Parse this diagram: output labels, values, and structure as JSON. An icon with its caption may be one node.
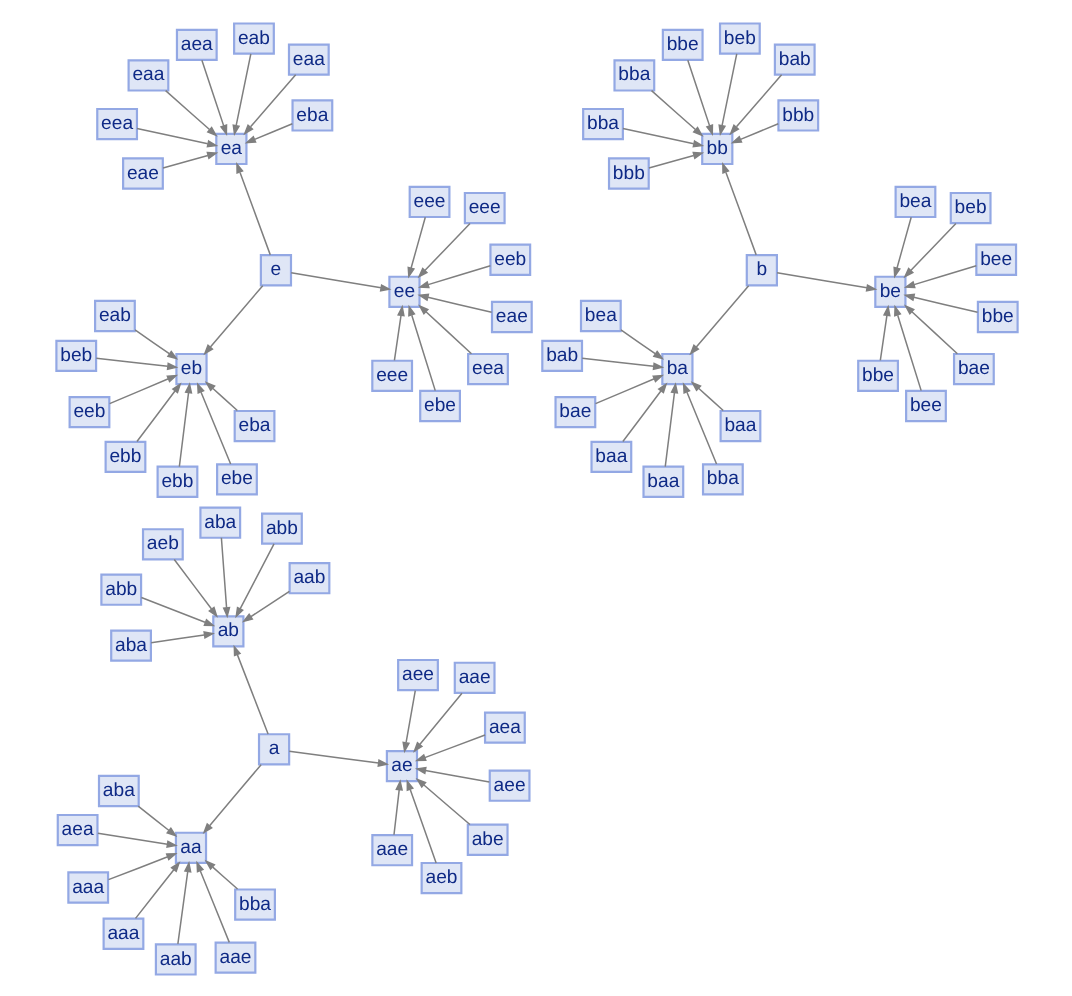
{
  "diagram": {
    "nodes": [
      {
        "text": [
          "e"
        ]
      },
      {
        "text": [
          "eb"
        ]
      },
      {
        "text": [
          "ebb"
        ]
      },
      {
        "text": [
          "eab"
        ]
      },
      {
        "text": [
          "eba"
        ]
      },
      {
        "text": [
          "beb"
        ]
      },
      {
        "text": [
          "eeb"
        ]
      },
      {
        "text": [
          "ebe"
        ]
      },
      {
        "text": [
          "ebb"
        ]
      },
      {
        "text": [
          "ee"
        ]
      },
      {
        "text": [
          "ebe"
        ]
      },
      {
        "text": [
          "eee"
        ]
      },
      {
        "text": [
          "eeb"
        ]
      },
      {
        "text": [
          "eee"
        ]
      },
      {
        "text": [
          "eee"
        ]
      },
      {
        "text": [
          "eea"
        ]
      },
      {
        "text": [
          "eae"
        ]
      },
      {
        "text": [
          "ea"
        ]
      },
      {
        "text": [
          "eea"
        ]
      },
      {
        "text": [
          "eaa"
        ]
      },
      {
        "text": [
          "eba"
        ]
      },
      {
        "text": [
          "eae"
        ]
      },
      {
        "text": [
          "eaa"
        ]
      },
      {
        "text": [
          "eab"
        ]
      },
      {
        "text": [
          "aea"
        ]
      },
      {
        "text": [
          "b"
        ]
      },
      {
        "text": [
          "ba"
        ]
      },
      {
        "text": [
          "baa"
        ]
      },
      {
        "text": [
          "bea"
        ]
      },
      {
        "text": [
          "baa"
        ]
      },
      {
        "text": [
          "bab"
        ]
      },
      {
        "text": [
          "bae"
        ]
      },
      {
        "text": [
          "bba"
        ]
      },
      {
        "text": [
          "baa"
        ]
      },
      {
        "text": [
          "be"
        ]
      },
      {
        "text": [
          "bee"
        ]
      },
      {
        "text": [
          "bbe"
        ]
      },
      {
        "text": [
          "bee"
        ]
      },
      {
        "text": [
          "beb"
        ]
      },
      {
        "text": [
          "bea"
        ]
      },
      {
        "text": [
          "bae"
        ]
      },
      {
        "text": [
          "bbe"
        ]
      },
      {
        "text": [
          "bb"
        ]
      },
      {
        "text": [
          "bba"
        ]
      },
      {
        "text": [
          "bba"
        ]
      },
      {
        "text": [
          "bbb"
        ]
      },
      {
        "text": [
          "bbb"
        ]
      },
      {
        "text": [
          "bab"
        ]
      },
      {
        "text": [
          "beb"
        ]
      },
      {
        "text": [
          "bbe"
        ]
      },
      {
        "text": [
          "a"
        ]
      },
      {
        "text": [
          "aa"
        ]
      },
      {
        "text": [
          "aab"
        ]
      },
      {
        "text": [
          "aba"
        ]
      },
      {
        "text": [
          "bba"
        ]
      },
      {
        "text": [
          "aea"
        ]
      },
      {
        "text": [
          "aaa"
        ]
      },
      {
        "text": [
          "aae"
        ]
      },
      {
        "text": [
          "aaa"
        ]
      },
      {
        "text": [
          "ae"
        ]
      },
      {
        "text": [
          "aeb"
        ]
      },
      {
        "text": [
          "aae"
        ]
      },
      {
        "text": [
          "aea"
        ]
      },
      {
        "text": [
          "aae"
        ]
      },
      {
        "text": [
          "aee"
        ]
      },
      {
        "text": [
          "abe"
        ]
      },
      {
        "text": [
          "aee"
        ]
      },
      {
        "text": [
          "ab"
        ]
      },
      {
        "text": [
          "abb"
        ]
      },
      {
        "text": [
          "aeb"
        ]
      },
      {
        "text": [
          "aab"
        ]
      },
      {
        "text": [
          "aba"
        ]
      },
      {
        "text": [
          "aba"
        ]
      },
      {
        "text": [
          "abb"
        ]
      }
    ],
    "edges": [
      {
        "from": 0,
        "to": 1,
        "arrow": "to"
      },
      {
        "from": 0,
        "to": 9,
        "arrow": "to"
      },
      {
        "from": 0,
        "to": 17,
        "arrow": "to"
      },
      {
        "from": 2,
        "to": 1,
        "arrow": "to"
      },
      {
        "from": 3,
        "to": 1,
        "arrow": "to"
      },
      {
        "from": 4,
        "to": 1,
        "arrow": "to"
      },
      {
        "from": 5,
        "to": 1,
        "arrow": "to"
      },
      {
        "from": 6,
        "to": 1,
        "arrow": "to"
      },
      {
        "from": 7,
        "to": 1,
        "arrow": "to"
      },
      {
        "from": 8,
        "to": 1,
        "arrow": "to"
      },
      {
        "from": 10,
        "to": 9,
        "arrow": "to"
      },
      {
        "from": 11,
        "to": 9,
        "arrow": "to"
      },
      {
        "from": 12,
        "to": 9,
        "arrow": "to"
      },
      {
        "from": 13,
        "to": 9,
        "arrow": "to"
      },
      {
        "from": 14,
        "to": 9,
        "arrow": "to"
      },
      {
        "from": 15,
        "to": 9,
        "arrow": "to"
      },
      {
        "from": 16,
        "to": 9,
        "arrow": "to"
      },
      {
        "from": 18,
        "to": 17,
        "arrow": "to"
      },
      {
        "from": 19,
        "to": 17,
        "arrow": "to"
      },
      {
        "from": 20,
        "to": 17,
        "arrow": "to"
      },
      {
        "from": 21,
        "to": 17,
        "arrow": "to"
      },
      {
        "from": 22,
        "to": 17,
        "arrow": "to"
      },
      {
        "from": 23,
        "to": 17,
        "arrow": "to"
      },
      {
        "from": 24,
        "to": 17,
        "arrow": "to"
      },
      {
        "from": 25,
        "to": 26,
        "arrow": "to"
      },
      {
        "from": 25,
        "to": 34,
        "arrow": "to"
      },
      {
        "from": 25,
        "to": 42,
        "arrow": "to"
      },
      {
        "from": 27,
        "to": 26,
        "arrow": "to"
      },
      {
        "from": 28,
        "to": 26,
        "arrow": "to"
      },
      {
        "from": 29,
        "to": 26,
        "arrow": "to"
      },
      {
        "from": 30,
        "to": 26,
        "arrow": "to"
      },
      {
        "from": 31,
        "to": 26,
        "arrow": "to"
      },
      {
        "from": 32,
        "to": 26,
        "arrow": "to"
      },
      {
        "from": 33,
        "to": 26,
        "arrow": "to"
      },
      {
        "from": 35,
        "to": 34,
        "arrow": "to"
      },
      {
        "from": 36,
        "to": 34,
        "arrow": "to"
      },
      {
        "from": 37,
        "to": 34,
        "arrow": "to"
      },
      {
        "from": 38,
        "to": 34,
        "arrow": "to"
      },
      {
        "from": 39,
        "to": 34,
        "arrow": "to"
      },
      {
        "from": 40,
        "to": 34,
        "arrow": "to"
      },
      {
        "from": 41,
        "to": 34,
        "arrow": "to"
      },
      {
        "from": 43,
        "to": 42,
        "arrow": "to"
      },
      {
        "from": 44,
        "to": 42,
        "arrow": "to"
      },
      {
        "from": 45,
        "to": 42,
        "arrow": "to"
      },
      {
        "from": 46,
        "to": 42,
        "arrow": "to"
      },
      {
        "from": 47,
        "to": 42,
        "arrow": "to"
      },
      {
        "from": 48,
        "to": 42,
        "arrow": "to"
      },
      {
        "from": 49,
        "to": 42,
        "arrow": "to"
      },
      {
        "from": 50,
        "to": 51,
        "arrow": "to"
      },
      {
        "from": 50,
        "to": 59,
        "arrow": "to"
      },
      {
        "from": 50,
        "to": 67,
        "arrow": "to"
      },
      {
        "from": 52,
        "to": 51,
        "arrow": "to"
      },
      {
        "from": 53,
        "to": 51,
        "arrow": "to"
      },
      {
        "from": 54,
        "to": 51,
        "arrow": "to"
      },
      {
        "from": 55,
        "to": 51,
        "arrow": "to"
      },
      {
        "from": 56,
        "to": 51,
        "arrow": "to"
      },
      {
        "from": 57,
        "to": 51,
        "arrow": "to"
      },
      {
        "from": 58,
        "to": 51,
        "arrow": "to"
      },
      {
        "from": 60,
        "to": 59,
        "arrow": "to"
      },
      {
        "from": 61,
        "to": 59,
        "arrow": "to"
      },
      {
        "from": 62,
        "to": 59,
        "arrow": "to"
      },
      {
        "from": 63,
        "to": 59,
        "arrow": "to"
      },
      {
        "from": 64,
        "to": 59,
        "arrow": "to"
      },
      {
        "from": 65,
        "to": 59,
        "arrow": "to"
      },
      {
        "from": 66,
        "to": 59,
        "arrow": "to"
      },
      {
        "from": 68,
        "to": 67,
        "arrow": "to"
      },
      {
        "from": 69,
        "to": 67,
        "arrow": "to"
      },
      {
        "from": 70,
        "to": 67,
        "arrow": "to"
      },
      {
        "from": 71,
        "to": 67,
        "arrow": "to"
      },
      {
        "from": 72,
        "to": 67,
        "arrow": "to"
      },
      {
        "from": 73,
        "to": 67,
        "arrow": "to"
      }
    ]
  }
}
